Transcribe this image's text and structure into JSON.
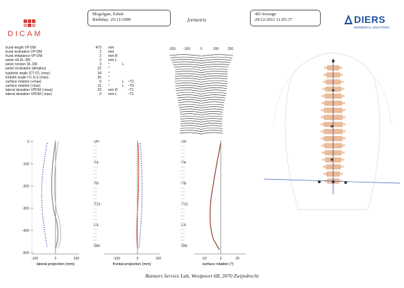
{
  "header": {
    "patient_name": "Mcgolgan, Eilish",
    "birthday": "Birthday: 25/11/1990",
    "method": "formetric",
    "mode": "4D Average",
    "datetime": "29/12/2011 11:05:37",
    "left_logo": "DICAM",
    "right_logo": "DIERS",
    "right_logo_sub": "BIOMEDICAL SOLUTIONS"
  },
  "measurements": [
    {
      "label": "trunk length VP-DM",
      "value": "473",
      "unit": "mm",
      "side": "",
      "ref": ""
    },
    {
      "label": "trunk inclination VP-DM",
      "value": "2",
      "unit": "mm",
      "side": "",
      "ref": ""
    },
    {
      "label": "trunk imbalance VP-DM",
      "value": "2",
      "unit": "mm R",
      "side": "",
      "ref": ""
    },
    {
      "label": "pelvic tilt DL-DR",
      "value": "3",
      "unit": "mm L",
      "side": "",
      "ref": ""
    },
    {
      "label": "pelvic torsion DL-DR",
      "value": "3",
      "unit": "°",
      "side": "L",
      "ref": ""
    },
    {
      "label": "pelvic inclination (dimples)",
      "value": "22",
      "unit": "°",
      "side": "",
      "ref": ""
    },
    {
      "label": "kyphotic angle ICT-ITL (max)",
      "value": "34",
      "unit": "°",
      "side": "",
      "ref": ""
    },
    {
      "label": "lordotic angle ITL-ILS (max)",
      "value": "30",
      "unit": "°",
      "side": "",
      "ref": ""
    },
    {
      "label": "surface rotation (+max)",
      "value": "0",
      "unit": "°",
      "side": "L",
      "ref": "~T2"
    },
    {
      "label": "surface rotation (-max)",
      "value": "11",
      "unit": "°",
      "side": "L",
      "ref": "~T9"
    },
    {
      "label": "lateral deviation VPDM (+max)",
      "value": "23",
      "unit": "mm R",
      "side": "",
      "ref": "~T1"
    },
    {
      "label": "lateral deviation VPDM (-max)",
      "value": "0",
      "unit": "mm L",
      "side": "",
      "ref": "~T1"
    }
  ],
  "contour": {
    "axis_ticks": [
      "-200",
      "-100",
      "0",
      "100",
      "200"
    ]
  },
  "charts": {
    "lateral": {
      "xlabel": "lateral projection (mm)",
      "x_ticks": [
        "-100",
        "0",
        "100"
      ],
      "y_ticks": [
        "0",
        "-100",
        "-200",
        "-300",
        "-400",
        "-500"
      ]
    },
    "frontal": {
      "xlabel": "frontal projection (mm)",
      "x_ticks": [
        "-100",
        "0",
        "100"
      ],
      "levels": [
        "-VP-",
        "-T4-",
        "-T8-",
        "-T12-",
        "-L4-",
        "-DM-"
      ]
    },
    "rotation": {
      "xlabel": "surface rotation (°)",
      "x_ticks": [
        "-20",
        "0",
        "20"
      ],
      "levels": [
        "-VP-",
        "-T4-",
        "-T8-",
        "-T12-",
        "-L4-",
        "-DM-"
      ]
    }
  },
  "footer": "Runners Service Lab, Westpoort 6B, 2070 Zwijndrecht",
  "colors": {
    "dicam_red": "#d0403a",
    "diers_blue": "#1d4e9e",
    "spine": "#e8b48e",
    "frontal_line": "#d63a2a",
    "rotation_line": "#8a2a1c",
    "dotted_blue": "#3a5ab8"
  }
}
